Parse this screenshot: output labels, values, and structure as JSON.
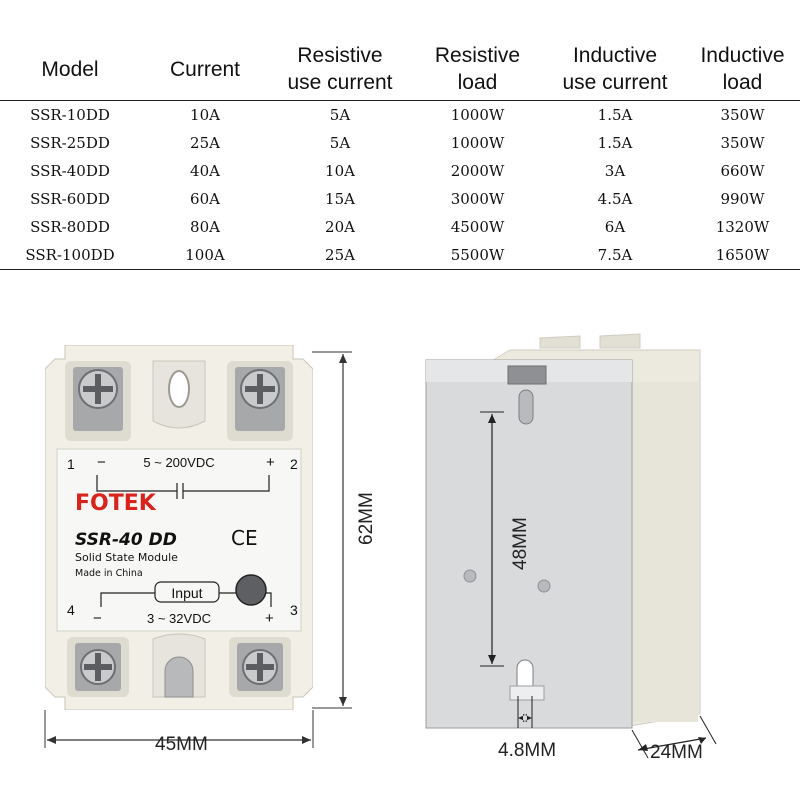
{
  "table": {
    "headers": [
      {
        "line1": "Model",
        "line2": ""
      },
      {
        "line1": "Current",
        "line2": ""
      },
      {
        "line1": "Resistive",
        "line2": "use current"
      },
      {
        "line1": "Resistive",
        "line2": "load"
      },
      {
        "line1": "Inductive",
        "line2": "use current"
      },
      {
        "line1": "Inductive",
        "line2": "load"
      }
    ],
    "rows": [
      [
        "SSR-10DD",
        "10A",
        "5A",
        "1000W",
        "1.5A",
        "350W"
      ],
      [
        "SSR-25DD",
        "25A",
        "5A",
        "1000W",
        "1.5A",
        "350W"
      ],
      [
        "SSR-40DD",
        "40A",
        "10A",
        "2000W",
        "3A",
        "660W"
      ],
      [
        "SSR-60DD",
        "60A",
        "15A",
        "3000W",
        "4.5A",
        "990W"
      ],
      [
        "SSR-80DD",
        "80A",
        "20A",
        "4500W",
        "6A",
        "1320W"
      ],
      [
        "SSR-100DD",
        "100A",
        "25A",
        "5500W",
        "7.5A",
        "1650W"
      ]
    ]
  },
  "module": {
    "terminal_1": "1",
    "terminal_2": "2",
    "terminal_3": "3",
    "terminal_4": "4",
    "output_minus": "−",
    "output_plus": "+",
    "output_range": "5 ~ 200VDC",
    "brand": "FOTEK",
    "model": "SSR-40 DD",
    "ce_mark": "CE",
    "subtitle": "Solid State Module",
    "origin": "Made in China",
    "input_label": "Input",
    "input_minus": "−",
    "input_plus": "+",
    "input_range": "3 ~ 32VDC"
  },
  "dimensions": {
    "width": "45MM",
    "height": "62MM",
    "hole_spacing": "48MM",
    "slot_width": "4.8MM",
    "depth": "24MM"
  },
  "colors": {
    "housing": "#f1efe6",
    "label": "#f7f7f5",
    "brand_red": "#d8241c",
    "metal": "#d8dadc"
  }
}
